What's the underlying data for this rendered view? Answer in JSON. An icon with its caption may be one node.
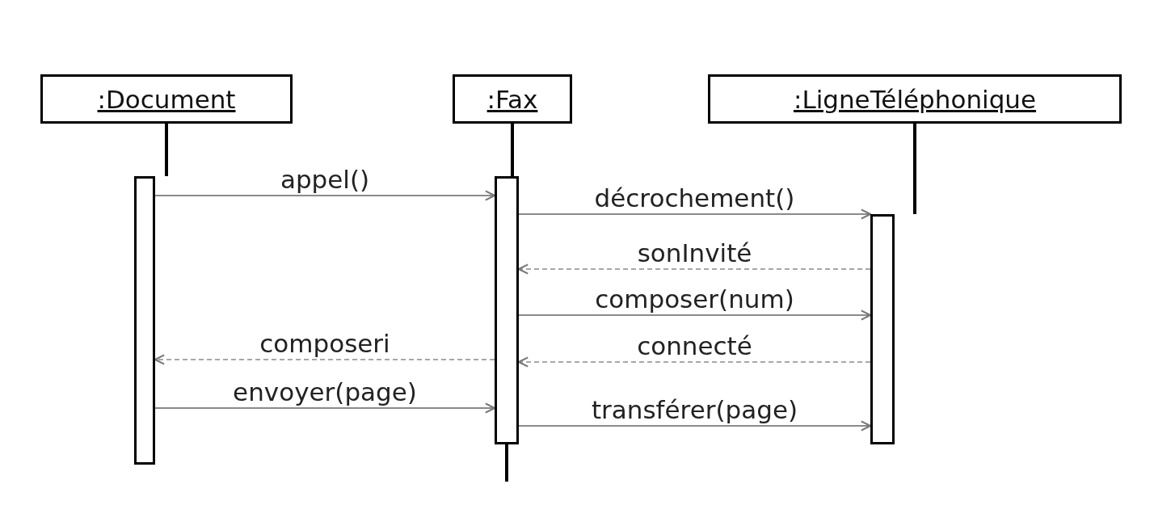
{
  "diagram": {
    "nodes": [
      {
        "text": [
          ":Document"
        ]
      },
      {
        "text": [
          ":Fax"
        ]
      },
      {
        "text": [
          ":LigneTéléphonique"
        ]
      },
      {
        "text": [],
        "shape": "bar"
      },
      {
        "text": [],
        "shape": "bar"
      },
      {
        "text": [],
        "shape": "bar"
      }
    ],
    "edges": [
      {
        "from": 0,
        "to": 3,
        "arrow": "none",
        "style": "thick",
        "color": "#000000"
      },
      {
        "from": 1,
        "to": 4,
        "arrow": "none",
        "style": "thick",
        "color": "#000000"
      },
      {
        "from": 2,
        "to": 5,
        "arrow": "none",
        "style": "thick",
        "color": "#000000"
      },
      {
        "from": 3,
        "to": 4,
        "arrow": "to",
        "label": "appel()"
      },
      {
        "from": 4,
        "to": 5,
        "arrow": "to",
        "label": "décrochement()"
      },
      {
        "from": 5,
        "to": 4,
        "arrow": "to",
        "label": "sonInvité",
        "style": "dashed"
      },
      {
        "from": 4,
        "to": 5,
        "arrow": "to",
        "label": "composer(num)"
      },
      {
        "from": 5,
        "to": 4,
        "arrow": "to",
        "label": "connecté",
        "style": "dashed"
      },
      {
        "from": 4,
        "to": 3,
        "arrow": "to",
        "label": "composeri",
        "style": "dashed"
      },
      {
        "from": 3,
        "to": 4,
        "arrow": "to",
        "label": "envoyer(page)"
      },
      {
        "from": 4,
        "to": 5,
        "arrow": "to",
        "label": "transférer(page)"
      }
    ]
  }
}
